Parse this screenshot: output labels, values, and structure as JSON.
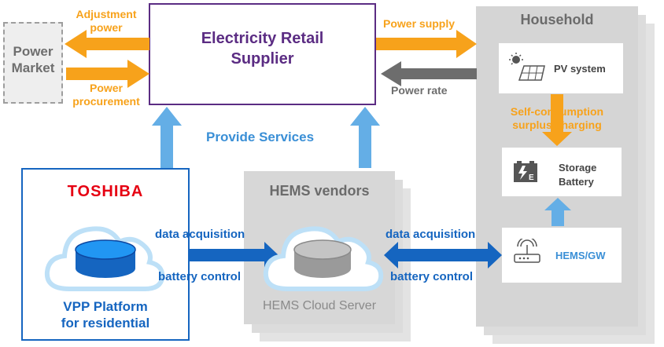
{
  "power_market": {
    "label_line1": "Power",
    "label_line2": "Market"
  },
  "left_arrows": {
    "adjustment_line1": "Adjustment",
    "adjustment_line2": "power",
    "procurement_line1": "Power",
    "procurement_line2": "procurement"
  },
  "retail": {
    "title_line1": "Electricity Retail",
    "title_line2": "Supplier"
  },
  "right_arrows": {
    "power_supply": "Power supply",
    "power_rate": "Power rate"
  },
  "provide_services": "Provide Services",
  "household": {
    "title": "Household",
    "pv": "PV system",
    "self_consumption_line1": "Self-consumption",
    "self_consumption_line2": "surplus charging",
    "storage_line1": "Storage",
    "storage_line2": "Battery",
    "gateway": "HEMS/GW"
  },
  "toshiba": {
    "logo": "TOSHIBA",
    "platform_line1": "VPP Platform",
    "platform_line2": "for residential"
  },
  "hems": {
    "title": "HEMS vendors",
    "server": "HEMS Cloud Server"
  },
  "links": {
    "left_top": "data acquisition",
    "left_bottom": "battery control",
    "right_top": "data acquisition",
    "right_bottom": "battery control"
  },
  "colors": {
    "orange": "#f7a21b",
    "purple": "#5b2c83",
    "blue": "#1565c0",
    "light_blue": "#64aee6",
    "gray_arrow": "#6d6d6d",
    "toshiba_red": "#e60012"
  }
}
